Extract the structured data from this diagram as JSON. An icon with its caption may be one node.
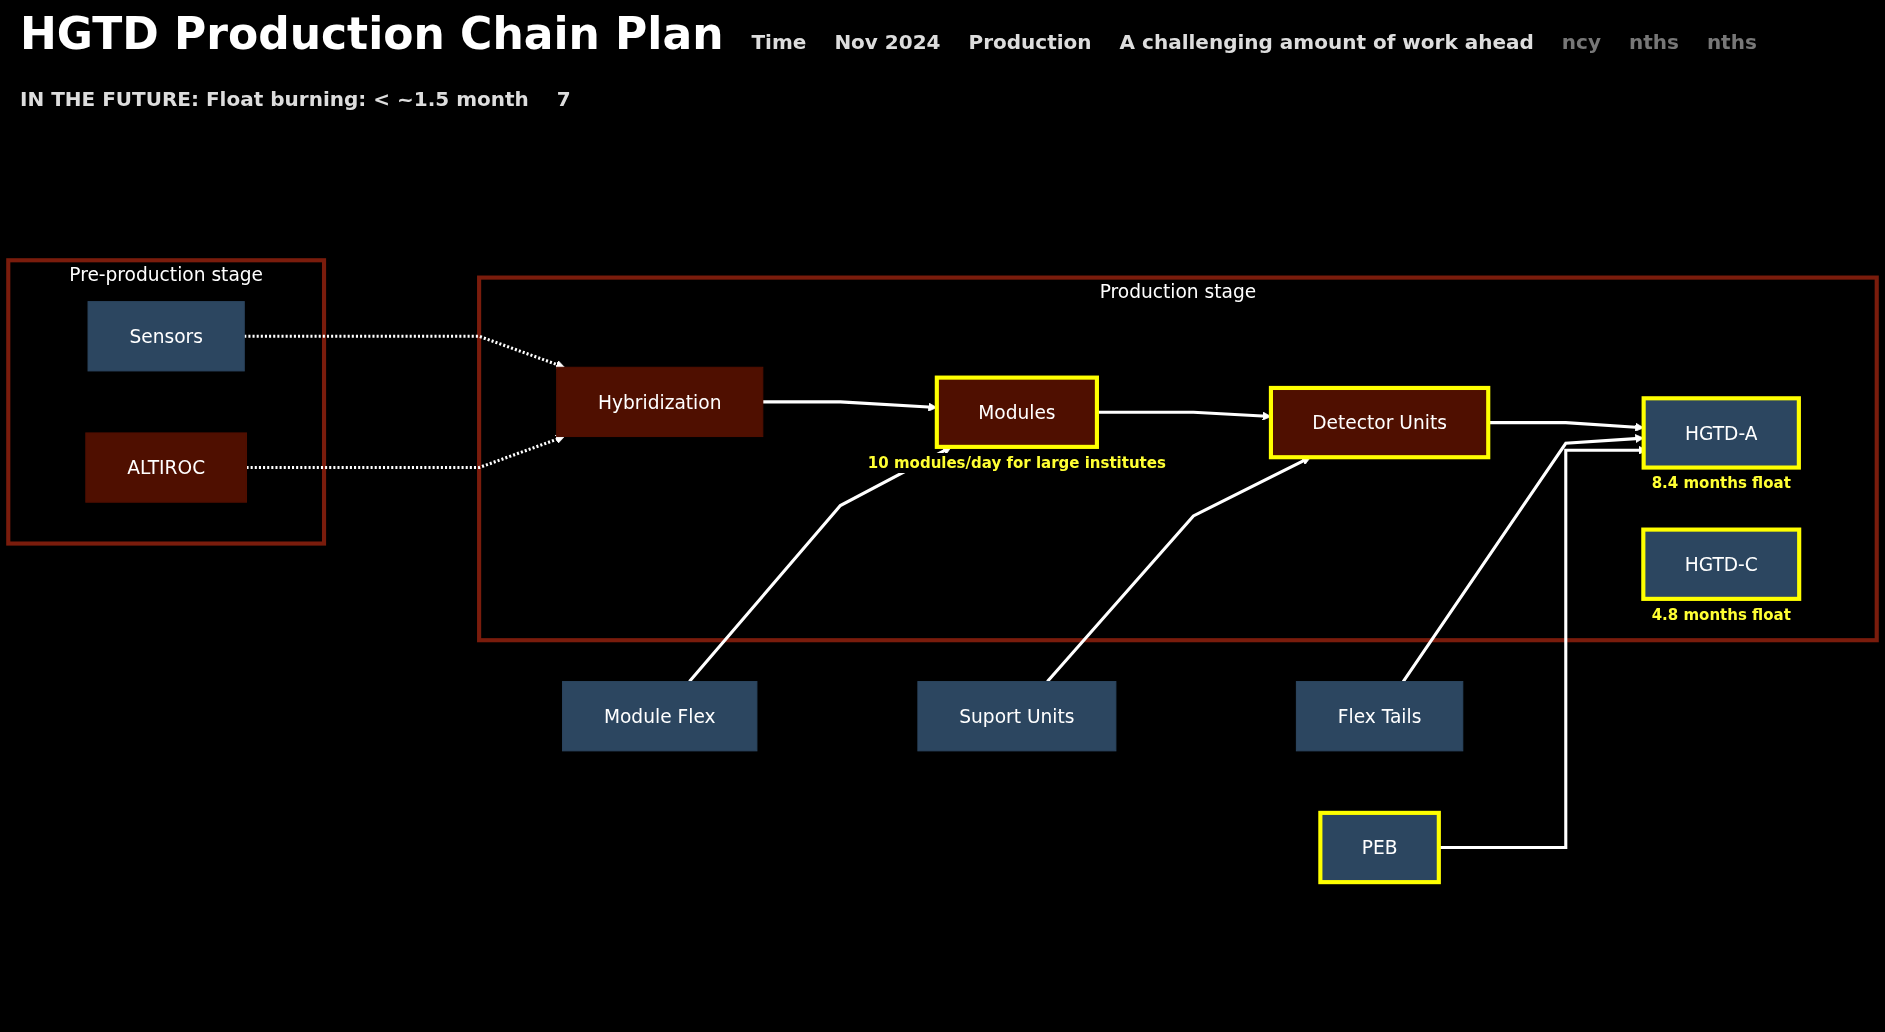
{
  "diagram": {
    "title": "HGTD Production Chain Plan",
    "nodes": [
      {
        "text": [
          "Pre-production stage"
        ]
      },
      {
        "text": [
          "Sensors"
        ],
        "in": 0
      },
      {
        "text": [
          "ALTIROC"
        ],
        "in": 0
      },
      {
        "text": [
          "Production stage"
        ]
      },
      {
        "text": [
          "Hybridization"
        ],
        "in": 3
      },
      {
        "text": [
          "Modules"
        ],
        "in": 3,
        "beside": [
          "10 modules/day for large institutes"
        ]
      },
      {
        "text": [
          "Module Flex"
        ]
      },
      {
        "text": [
          "Detector Units"
        ],
        "in": 3
      },
      {
        "text": [
          "Suport Units"
        ]
      },
      {
        "text": [
          "Flex Tails"
        ]
      },
      {
        "text": [
          "PEB"
        ]
      },
      {
        "text": [
          "HGTD-A"
        ],
        "in": 3,
        "beside": [
          "8.4 months float"
        ]
      },
      {
        "text": [
          "HGTD-C"
        ],
        "in": 3,
        "beside": [
          "4.8 months float"
        ]
      }
    ],
    "edges": [
      {
        "from": 1,
        "to": 4,
        "arrow": "to",
        "style": "dashed"
      },
      {
        "from": 2,
        "to": 4,
        "arrow": "to",
        "style": "dashed"
      },
      {
        "from": 4,
        "to": 5,
        "arrow": "to"
      },
      {
        "from": 6,
        "to": 5,
        "arrow": "to"
      },
      {
        "from": 5,
        "to": 7,
        "arrow": "to"
      },
      {
        "from": 8,
        "to": 7,
        "arrow": "to"
      },
      {
        "from": 7,
        "to": 11,
        "arrow": "to"
      },
      {
        "from": 9,
        "to": 11,
        "arrow": "to"
      },
      {
        "from": 10,
        "to": 11,
        "arrow": "to"
      }
    ],
    "labels": [
      "Time",
      "Nov 2024",
      "Production",
      "A challenging amount of work ahead",
      "ncy",
      "nths",
      "nths",
      "IN THE FUTURE: Float burning: < ~1.5 month",
      "7"
    ]
  }
}
